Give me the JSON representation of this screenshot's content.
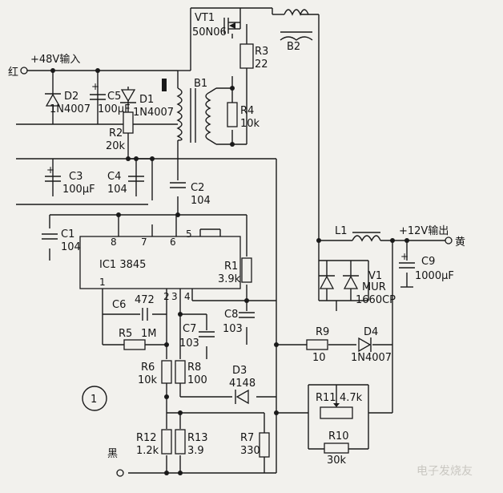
{
  "inputs": {
    "v48": "+48V输入",
    "red": "红",
    "black": "黑",
    "v12": "+12V输出",
    "yellow": "黄"
  },
  "components": {
    "vt1": "VT1",
    "vt1_part": "50N06",
    "b1": "B1",
    "b2": "B2",
    "r3": "R3",
    "r3_val": "22",
    "r4": "R4",
    "r4_val": "10k",
    "d1": "D1",
    "d1_val": "1N4007",
    "d2": "D2",
    "d2_val": "1N4007",
    "c5": "C5",
    "c5_val": "100μF",
    "r2": "R2",
    "r2_val": "20k",
    "c3": "C3",
    "c3_val": "100μF",
    "c4": "C4",
    "c4_val": "104",
    "c2": "C2",
    "c2_val": "104",
    "c1": "C1",
    "c1_val": "104",
    "ic1": "IC1 3845",
    "pin1": "1",
    "pin2": "2",
    "pin3": "3",
    "pin4": "4",
    "pin5": "5",
    "pin6": "6",
    "pin7": "7",
    "pin8": "8",
    "c6": "C6",
    "c6_val": "472",
    "r5": "R5",
    "r5_val": "1M",
    "c7": "C7",
    "c7_val": "103",
    "r1": "R1",
    "r1_val": "3.9k",
    "c8": "C8",
    "c8_val": "103",
    "r6": "R6",
    "r6_val": "10k",
    "r8": "R8",
    "r8_val": "100",
    "d3": "D3",
    "d3_val": "4148",
    "r12": "R12",
    "r12_val": "1.2k",
    "r13": "R13",
    "r13_val": "3.9",
    "r7": "R7",
    "r7_val": "330",
    "l1": "L1",
    "v1": "V1",
    "v1_val1": "MUR",
    "v1_val2": "1660CP",
    "c9": "C9",
    "c9_val": "1000μF",
    "r9": "R9",
    "r9_val": "10",
    "d4": "D4",
    "d4_val": "1N4007",
    "r11": "R11",
    "r11_val": "4.7k",
    "r10": "R10",
    "r10_val": "30k",
    "circle_num": "1"
  },
  "watermark": "电子发烧友",
  "colors": {
    "ink": "#1a1a1a",
    "paper": "#f2f1ed"
  }
}
